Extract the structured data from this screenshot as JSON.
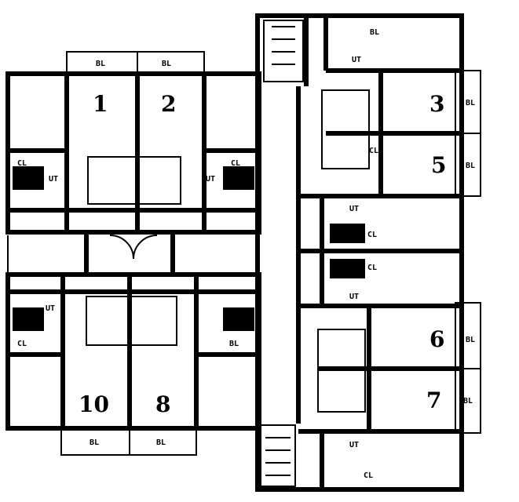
{
  "units": [
    "1",
    "2",
    "3",
    "5",
    "6",
    "7",
    "10",
    "8"
  ],
  "balconies": [
    "BL",
    "BL",
    "BL",
    "BL",
    "BL",
    "BL",
    "BL",
    "BL",
    "BL",
    "BL"
  ],
  "closets": [
    "CL",
    "CL",
    "CL",
    "CL",
    "CL",
    "CL",
    "CL"
  ],
  "utilities": [
    "UT",
    "UT",
    "UT",
    "UT",
    "UT",
    "UT",
    "UT"
  ]
}
